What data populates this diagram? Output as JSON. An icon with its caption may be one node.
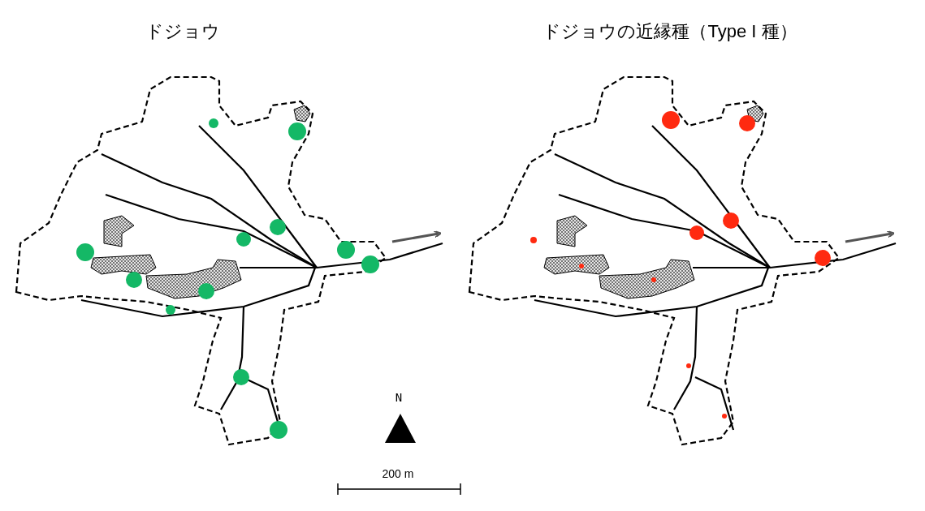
{
  "diagram": {
    "labels": [
      "ドジョウ",
      "ドジョウの近縁種（Type I 種）",
      "N",
      "200 m"
    ]
  }
}
